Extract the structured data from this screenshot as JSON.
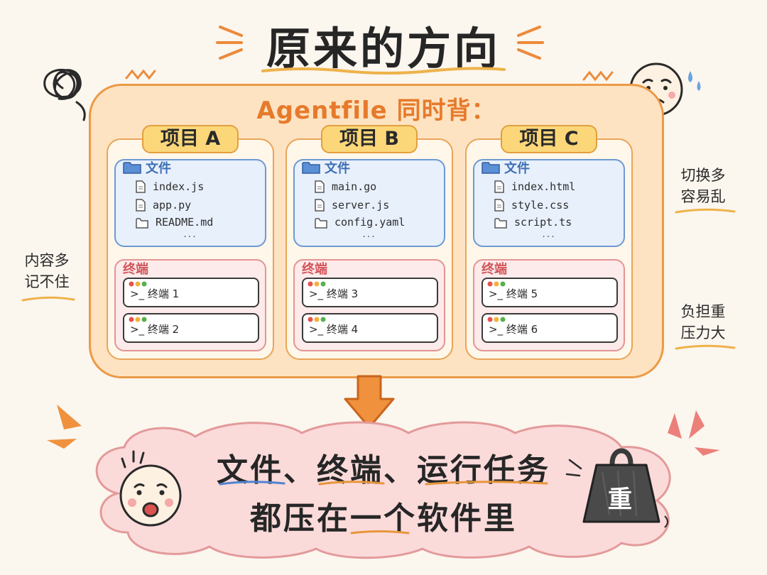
{
  "title": "原来的方向",
  "agentfile_title": "Agentfile 同时背：",
  "projects": [
    {
      "name": "项目 A",
      "files_label": "文件",
      "files": [
        "index.js",
        "app.py",
        "README.md"
      ],
      "more": "···",
      "terminal_label": "终端",
      "terminals": [
        ">_ 终端 1",
        ">_ 终端 2"
      ]
    },
    {
      "name": "项目 B",
      "files_label": "文件",
      "files": [
        "main.go",
        "server.js",
        "config.yaml"
      ],
      "more": "···",
      "terminal_label": "终端",
      "terminals": [
        ">_ 终端 3",
        ">_ 终端 4"
      ]
    },
    {
      "name": "项目 C",
      "files_label": "文件",
      "files": [
        "index.html",
        "style.css",
        "script.ts"
      ],
      "more": "···",
      "terminal_label": "终端",
      "terminals": [
        ">_ 终端 5",
        ">_ 终端 6"
      ]
    }
  ],
  "side_notes": {
    "left": [
      "内容多",
      "记不住"
    ],
    "right_top": [
      "切换多",
      "容易乱"
    ],
    "right_bottom": [
      "负担重",
      "压力大"
    ]
  },
  "bottom": {
    "line1": "文件、终端、运行任务",
    "line2": "都压在一个软件里"
  },
  "weight_label": "重",
  "colors": {
    "accent_orange": "#e67a2b",
    "container_fill": "#fde3c2",
    "files_blue": "#3d6fb5",
    "terminal_red": "#d2555a",
    "tag_yellow": "#fbd77a",
    "cloud_pink": "#fbdada"
  }
}
